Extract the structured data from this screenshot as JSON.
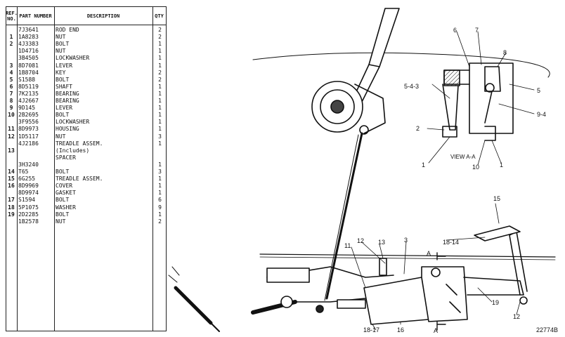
{
  "table": {
    "headers": {
      "ref": "REF. NO.",
      "part_number": "PART NUMBER",
      "description": "DESCRIPTION",
      "qty": "QTY"
    },
    "rows": [
      {
        "ref": "",
        "pn": "7J3641",
        "desc": "ROD END",
        "qty": "2"
      },
      {
        "ref": "1",
        "pn": "1A8283",
        "desc": "NUT",
        "qty": "2"
      },
      {
        "ref": "2",
        "pn": "4J3383",
        "desc": "BOLT",
        "qty": "1"
      },
      {
        "ref": "",
        "pn": "1D4716",
        "desc": "NUT",
        "qty": "1"
      },
      {
        "ref": "",
        "pn": "3B4505",
        "desc": "LOCKWASHER",
        "qty": "1"
      },
      {
        "ref": "3",
        "pn": "8D7081",
        "desc": "LEVER",
        "qty": "1"
      },
      {
        "ref": "4",
        "pn": "1B8704",
        "desc": "KEY",
        "qty": "2"
      },
      {
        "ref": "5",
        "pn": "S1588",
        "desc": "BOLT",
        "qty": "2"
      },
      {
        "ref": "6",
        "pn": "8D5119",
        "desc": "SHAFT",
        "qty": "1"
      },
      {
        "ref": "7",
        "pn": "7K2135",
        "desc": "BEARING",
        "qty": "1"
      },
      {
        "ref": "8",
        "pn": "4J2667",
        "desc": "BEARING",
        "qty": "1"
      },
      {
        "ref": "9",
        "pn": "9D145",
        "desc": "LEVER",
        "qty": "1"
      },
      {
        "ref": "10",
        "pn": "2B2695",
        "desc": "BOLT",
        "qty": "1"
      },
      {
        "ref": "",
        "pn": "3F9556",
        "desc": "LOCKWASHER",
        "qty": "1"
      },
      {
        "ref": "11",
        "pn": "8D9973",
        "desc": "HOUSING",
        "qty": "1"
      },
      {
        "ref": "12",
        "pn": "1D5117",
        "desc": "NUT",
        "qty": "3"
      },
      {
        "ref": "",
        "pn": "4J2186",
        "desc": "TREADLE ASSEM.",
        "qty": "1"
      },
      {
        "ref": "13",
        "pn": "",
        "desc": "(Includes)",
        "qty": ""
      },
      {
        "ref": "",
        "pn": "",
        "desc": "SPACER",
        "qty": ""
      },
      {
        "ref": "",
        "pn": "3H3240",
        "desc": "",
        "qty": "1"
      },
      {
        "ref": "14",
        "pn": "T65",
        "desc": "BOLT",
        "qty": "3"
      },
      {
        "ref": "15",
        "pn": "6G255",
        "desc": "TREADLE ASSEM.",
        "qty": "1"
      },
      {
        "ref": "16",
        "pn": "8D9969",
        "desc": "COVER",
        "qty": "1"
      },
      {
        "ref": "",
        "pn": "8D9974",
        "desc": "GASKET",
        "qty": "1"
      },
      {
        "ref": "17",
        "pn": "S1594",
        "desc": "BOLT",
        "qty": "6"
      },
      {
        "ref": "18",
        "pn": "5P1075",
        "desc": "WASHER",
        "qty": "9"
      },
      {
        "ref": "19",
        "pn": "2D2285",
        "desc": "BOLT",
        "qty": "1"
      },
      {
        "ref": "",
        "pn": "1B2578",
        "desc": "NUT",
        "qty": "2"
      }
    ]
  },
  "drawing": {
    "number": "22774B",
    "view_label": "VIEW A-A",
    "callouts": [
      "6",
      "7",
      "8",
      "5-4-3",
      "5",
      "9-4",
      "2",
      "1",
      "10",
      "1",
      "15",
      "18-14",
      "11",
      "12",
      "13",
      "3",
      "A",
      "A",
      "19",
      "12",
      "18-17",
      "16"
    ]
  }
}
